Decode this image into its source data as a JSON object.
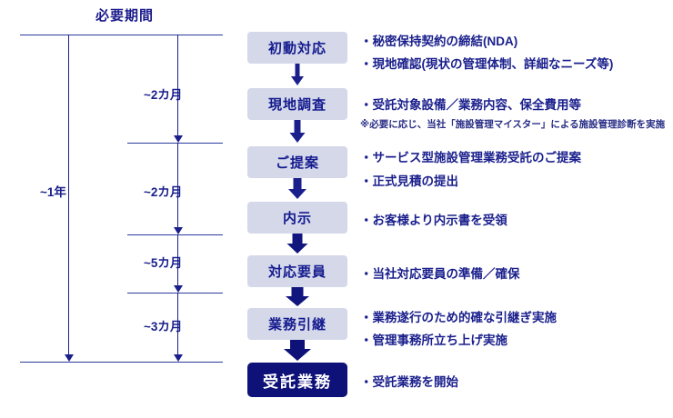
{
  "timeline": {
    "title": "必要期間",
    "durations": [
      {
        "label": "~2カ月"
      },
      {
        "label": "~1年"
      },
      {
        "label": "~2カ月"
      },
      {
        "label": "~5カ月"
      },
      {
        "label": "~3カ月"
      }
    ]
  },
  "process": {
    "steps": [
      {
        "label": "初動対応"
      },
      {
        "label": "現地調査"
      },
      {
        "label": "ご提案"
      },
      {
        "label": "内示"
      },
      {
        "label": "対応要員"
      },
      {
        "label": "業務引継"
      },
      {
        "label": "受託業務"
      }
    ]
  },
  "details": {
    "items": [
      {
        "lines": [
          "・秘密保持契約の締結(NDA)",
          "・現地確認(現状の管理体制、詳細なニーズ等)"
        ],
        "note": ""
      },
      {
        "lines": [
          "・受託対象設備／業務内容、保全費用等"
        ],
        "note": "※必要に応じ、当社「施設管理マイスター」による施設管理診断を実施"
      },
      {
        "lines": [
          "・サービス型施設管理業務受託のご提案",
          "・正式見積の提出"
        ],
        "note": ""
      },
      {
        "lines": [
          "・お客様より内示書を受領"
        ],
        "note": ""
      },
      {
        "lines": [
          "・当社対応要員の準備／確保"
        ],
        "note": ""
      },
      {
        "lines": [
          "・業務遂行のため的確な引継ぎ実施",
          "・管理事務所立ち上げ実施"
        ],
        "note": ""
      },
      {
        "lines": [
          "・受託業務を開始"
        ],
        "note": ""
      }
    ]
  },
  "colors": {
    "box_fill": "#d4d8e9",
    "box_text": "#141a8e",
    "final_fill": "#0d1178",
    "final_text": "#ffffff",
    "line": "#1a1f8c",
    "text": "#1a1f8c"
  }
}
